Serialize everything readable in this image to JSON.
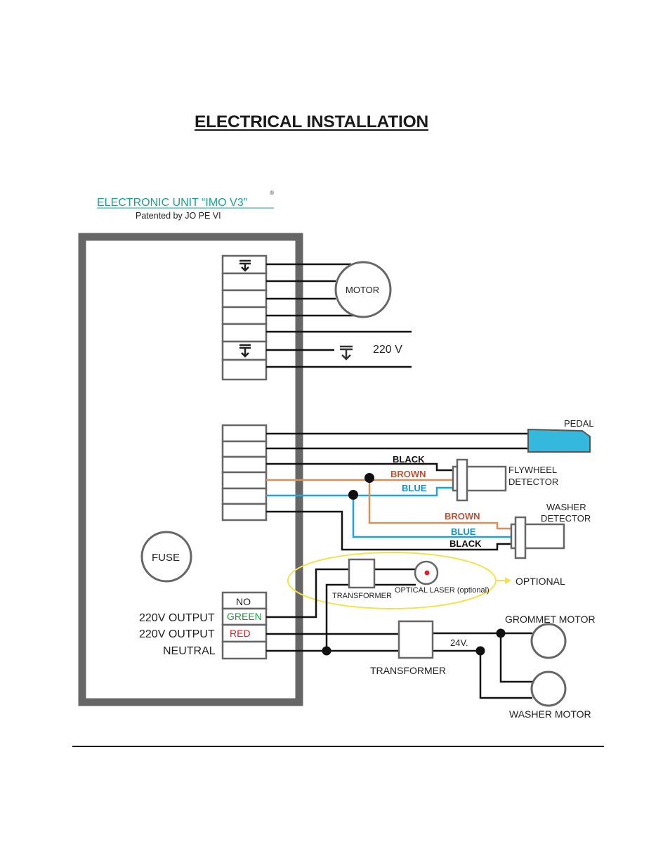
{
  "title": "ELECTRICAL INSTALLATION",
  "unit": {
    "name": "ELECTRONIC UNIT  “IMO V3”",
    "registered": "®",
    "patent": "Patented by JO PE VI"
  },
  "labels": {
    "motor": "MOTOR",
    "supply": "220 V",
    "pedal": "PEDAL",
    "flywheel_detector_line1": "FLYWHEEL",
    "flywheel_detector_line2": "DETECTOR",
    "washer_detector_line1": "WASHER",
    "washer_detector_line2": "DETECTOR",
    "fuse": "FUSE",
    "transformer_small": "TRANSFORMER",
    "optical_laser": "OPTICAL LASER (optional)",
    "optional": "OPTIONAL",
    "transformer_main": "TRANSFORMER",
    "voltage_24": "24V.",
    "grommet_motor": "GROMMET MOTOR",
    "washer_motor": "WASHER MOTOR"
  },
  "wire_labels": {
    "flywheel_black": "BLACK",
    "flywheel_brown": "BROWN",
    "flywheel_blue": "BLUE",
    "washer_brown": "BROWN",
    "washer_blue": "BLUE",
    "washer_black": "BLACK"
  },
  "terminal_labels": {
    "no": "NO",
    "green": "GREEN",
    "red": "RED"
  },
  "output_labels": {
    "output_green": "220V OUTPUT",
    "output_red": "220V OUTPUT",
    "neutral": "NEUTRAL"
  },
  "colors": {
    "unit_title": "#1aa08c",
    "pedal_fill": "#35b8dd",
    "brown_wire": "#d88f5b",
    "brown_label": "#b5563b",
    "blue_wire": "#19a5df",
    "blue_label": "#1591cf",
    "green_label": "#1a9e3a",
    "red_label": "#e0202c",
    "laser_dot": "#e0202c",
    "optional_ellipse": "#f2e24a",
    "unit_frame": "#666666"
  }
}
